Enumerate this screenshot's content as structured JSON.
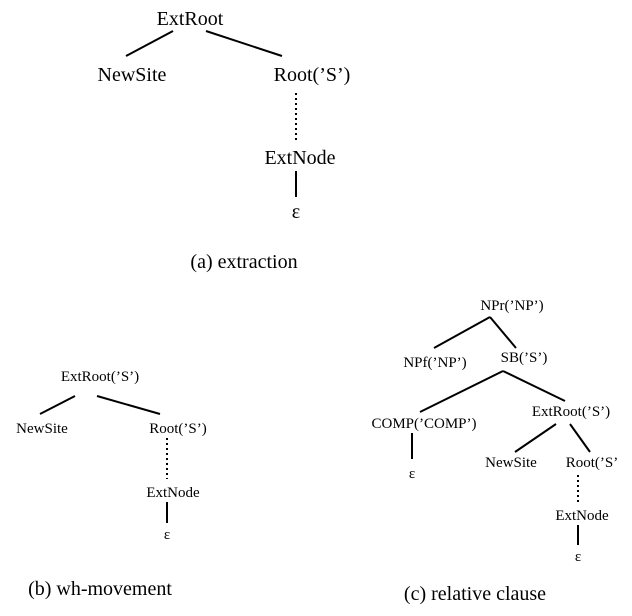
{
  "trees": {
    "a": {
      "ext_root": "ExtRoot",
      "new_site": "NewSite",
      "root": "Root(’S’)",
      "ext_node": "ExtNode",
      "epsilon": "ε",
      "caption": "(a) extraction"
    },
    "b": {
      "ext_root": "ExtRoot(’S’)",
      "new_site": "NewSite",
      "root": "Root(’S’)",
      "ext_node": "ExtNode",
      "epsilon": "ε",
      "caption": "(b) wh-movement"
    },
    "c": {
      "npr": "NPr(’NP’)",
      "npf": "NPf(’NP’)",
      "sb": "SB(’S’)",
      "comp": "COMP(’COMP’)",
      "comp_epsilon": "ε",
      "ext_root": "ExtRoot(’S’)",
      "new_site": "NewSite",
      "root": "Root(’S’",
      "ext_node": "ExtNode",
      "epsilon": "ε",
      "caption": "(c) relative clause"
    }
  }
}
